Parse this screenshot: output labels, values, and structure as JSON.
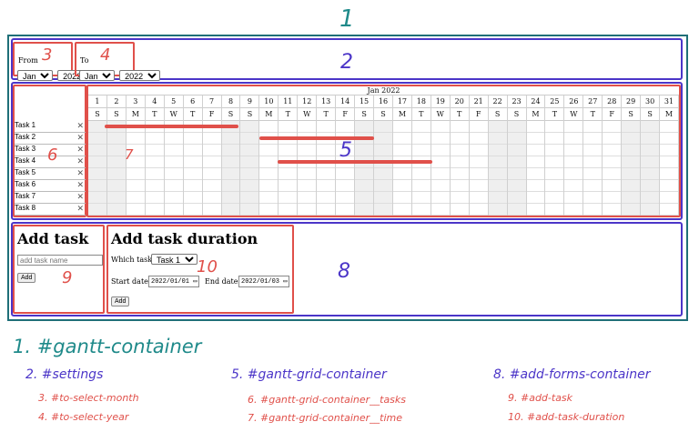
{
  "labels": {
    "n1": "1",
    "n2": "2",
    "n3": "3",
    "n4": "4",
    "n5": "5",
    "n6": "6",
    "n7": "7",
    "n8": "8",
    "n9": "9",
    "n10": "10"
  },
  "settings": {
    "from_label": "From",
    "to_label": "To",
    "from_month": "Jan",
    "from_year": "2022",
    "to_month": "Jan",
    "to_year": "2022"
  },
  "gantt": {
    "month_label": "Jan 2022",
    "days": [
      "1",
      "2",
      "3",
      "4",
      "5",
      "6",
      "7",
      "8",
      "9",
      "10",
      "11",
      "12",
      "13",
      "14",
      "15",
      "16",
      "17",
      "18",
      "19",
      "20",
      "21",
      "22",
      "23",
      "24",
      "25",
      "26",
      "27",
      "28",
      "29",
      "30",
      "31"
    ],
    "weekdays": [
      "S",
      "S",
      "M",
      "T",
      "W",
      "T",
      "F",
      "S",
      "S",
      "M",
      "T",
      "W",
      "T",
      "F",
      "S",
      "S",
      "M",
      "T",
      "W",
      "T",
      "F",
      "S",
      "S",
      "M",
      "T",
      "W",
      "T",
      "F",
      "S",
      "S",
      "M"
    ],
    "tasks": [
      "Task 1",
      "Task 2",
      "Task 3",
      "Task 4",
      "Task 5",
      "Task 6",
      "Task 7",
      "Task 8"
    ],
    "remove_glyph": "✕"
  },
  "add_task": {
    "title": "Add task",
    "placeholder": "add task name",
    "button": "Add"
  },
  "add_duration": {
    "title": "Add task duration",
    "which_label": "Which task?",
    "which_value": "Task 1",
    "start_label": "Start date:",
    "start_value": "2022/01/01",
    "end_label": "End date:",
    "end_value": "2022/01/03",
    "button": "Add"
  },
  "legend": {
    "l1": "1. #gantt-container",
    "l2": "2. #settings",
    "l3": "3. #to-select-month",
    "l4": "4. #to-select-year",
    "l5": "5. #gantt-grid-container",
    "l6": "6. #gantt-grid-container__tasks",
    "l7": "7. #gantt-grid-container__time",
    "l8": "8. #add-forms-container",
    "l9": "9. #add-task",
    "l10": "10. #add-task-duration"
  },
  "colors": {
    "teal": "#1f8a8a",
    "purple": "#4b35c8",
    "red": "#e0504a"
  }
}
